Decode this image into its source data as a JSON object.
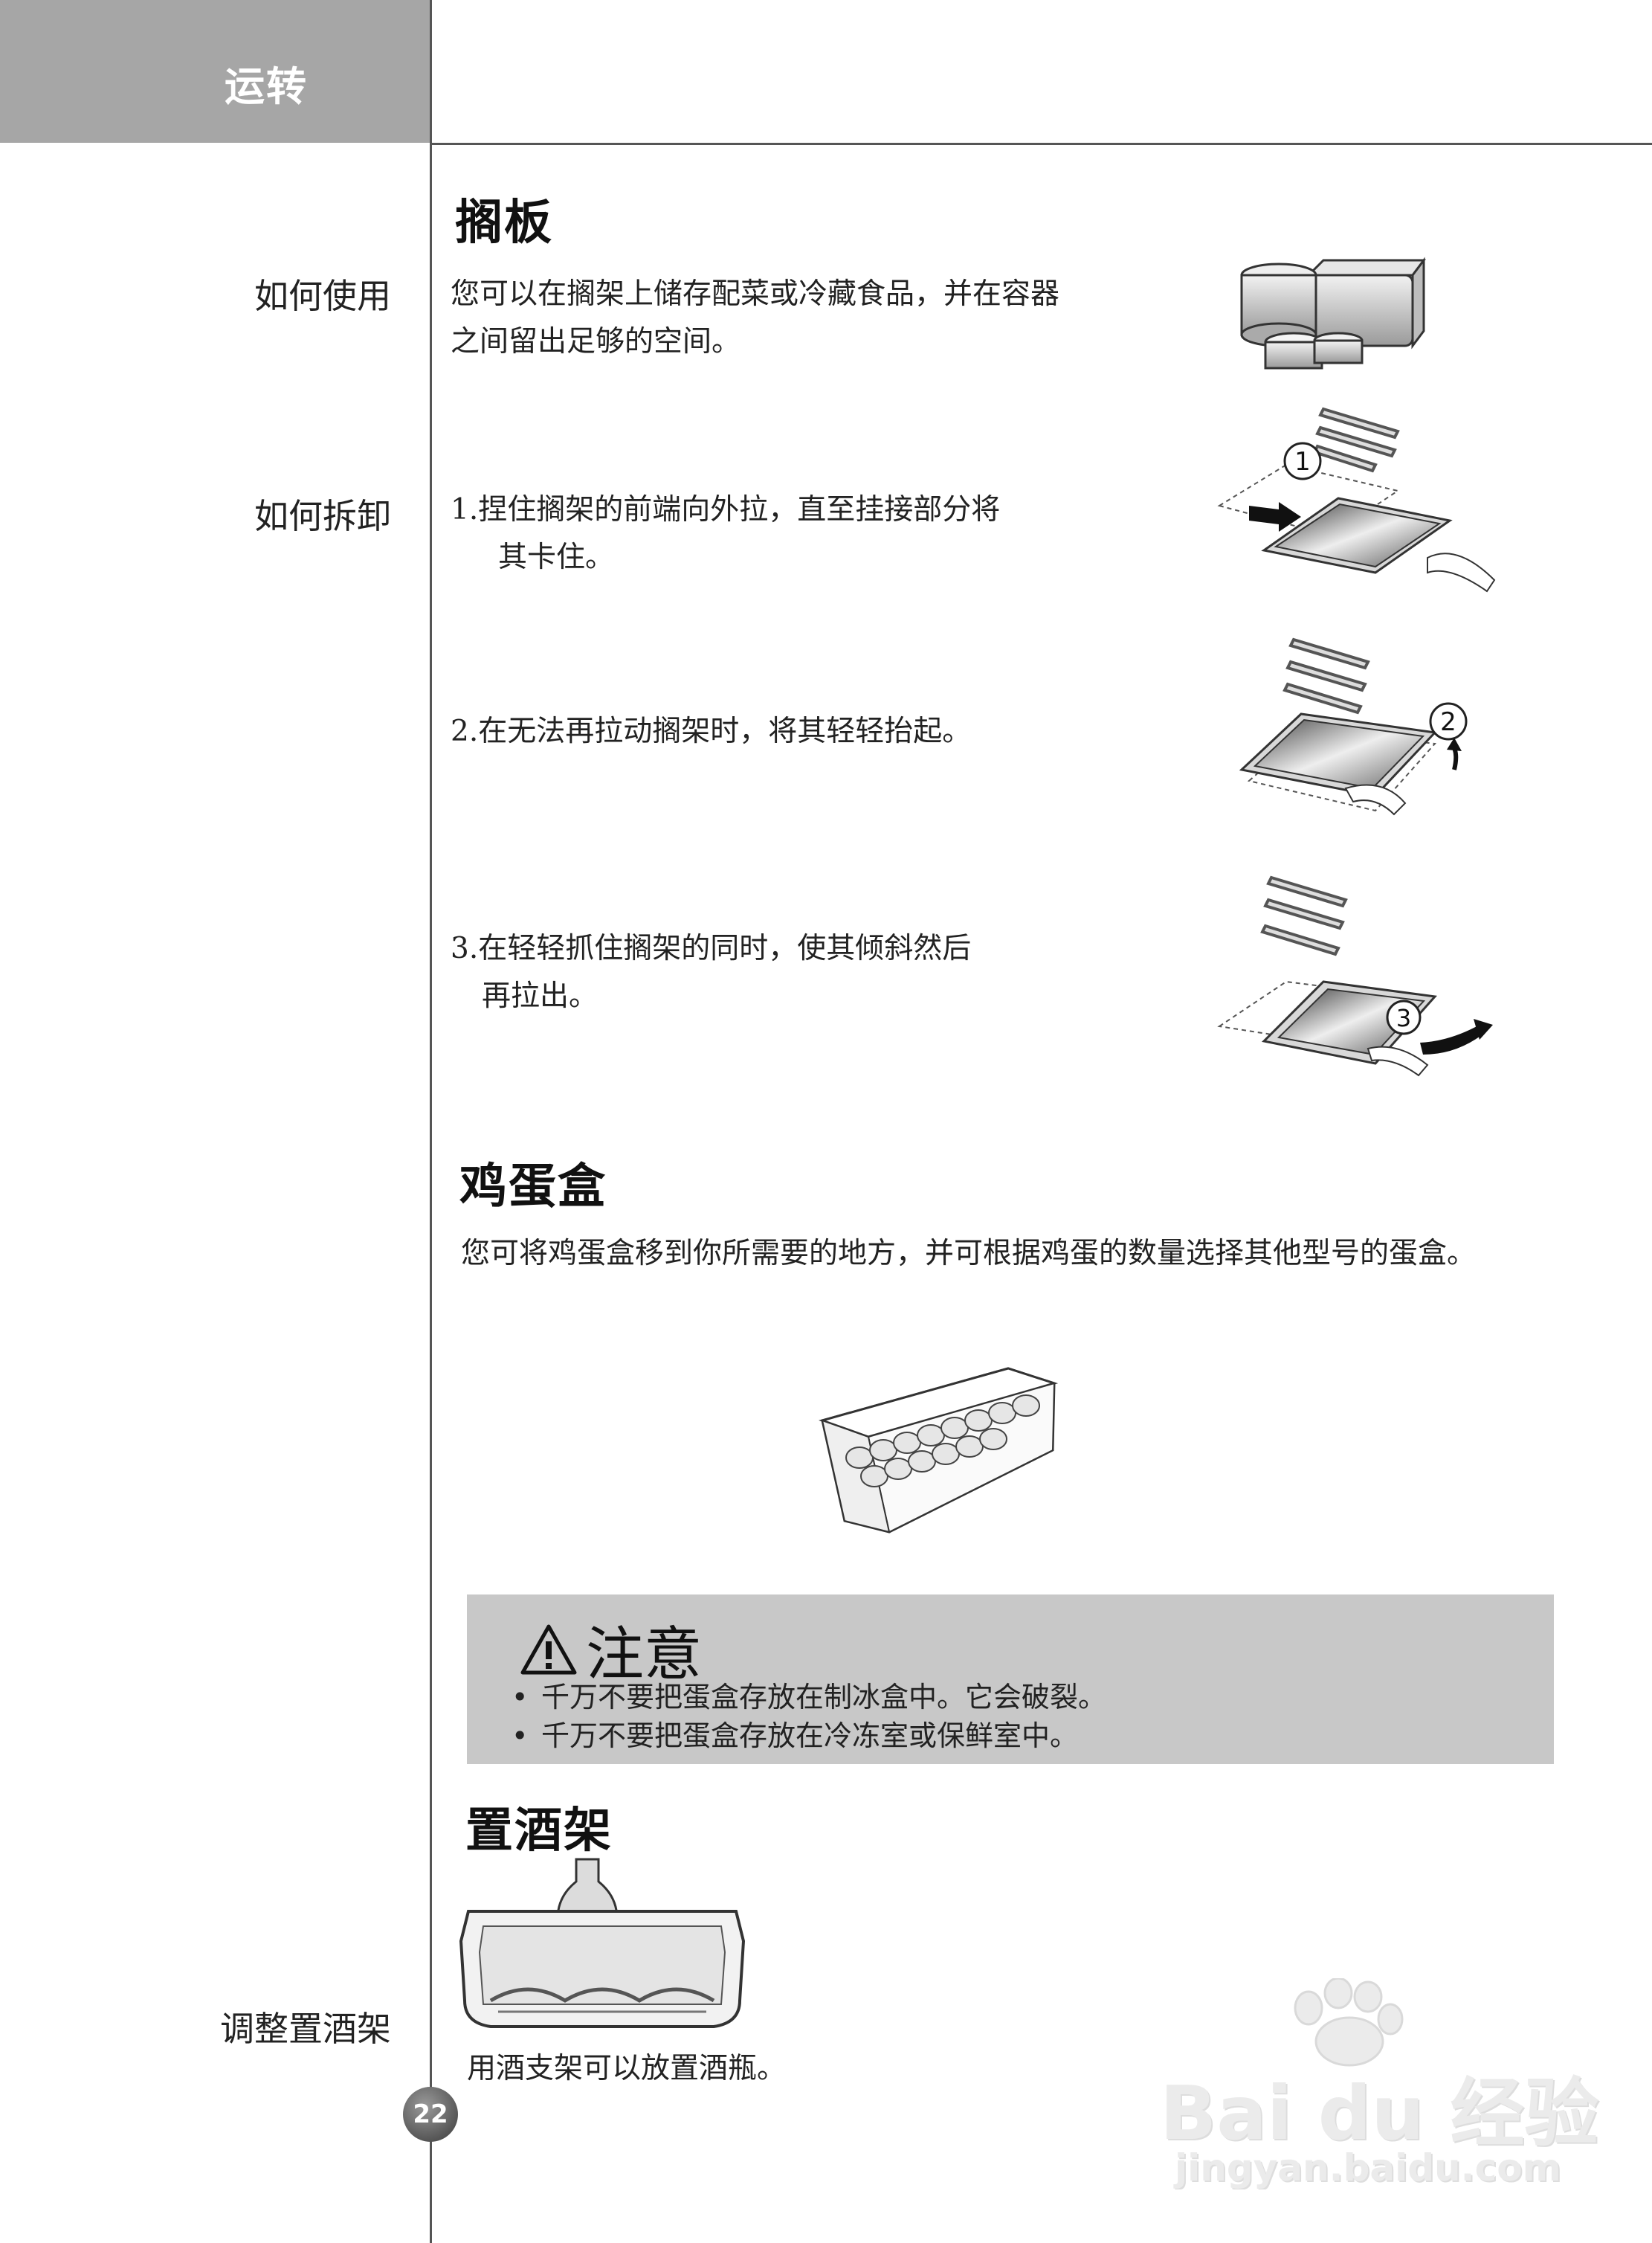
{
  "header": {
    "tab": "运转"
  },
  "side": {
    "how_to_use": "如何使用",
    "how_to_remove": "如何拆卸",
    "adjust_wine_rack": "调整置酒架"
  },
  "shelf": {
    "title": "搁板",
    "usage_line1": "您可以在搁架上储存配菜或冷藏食品，并在容器",
    "usage_line2": "之间留出足够的空间。",
    "step1_line1": "1.捏住搁架的前端向外拉，直至挂接部分将",
    "step1_line2": "其卡住。",
    "step2_line1": "2.在无法再拉动搁架时，将其轻轻抬起。",
    "step3_line1": "3.在轻轻抓住搁架的同时，使其倾斜然后",
    "step3_line2": "再拉出。",
    "markers": [
      "1",
      "2",
      "3"
    ]
  },
  "egg_box": {
    "title": "鸡蛋盒",
    "desc": "您可将鸡蛋盒移到你所需要的地方，并可根据鸡蛋的数量选择其他型号的蛋盒。"
  },
  "caution": {
    "title": "注意",
    "items": [
      "千万不要把蛋盒存放在制冰盒中。它会破裂。",
      "千万不要把蛋盒存放在冷冻室或保鲜室中。"
    ]
  },
  "wine_rack": {
    "title": "置酒架",
    "caption": "用酒支架可以放置酒瓶。"
  },
  "page_number": "22",
  "watermark": {
    "brand": "Bai du 经验",
    "url": "jingyan.baidu.com"
  }
}
